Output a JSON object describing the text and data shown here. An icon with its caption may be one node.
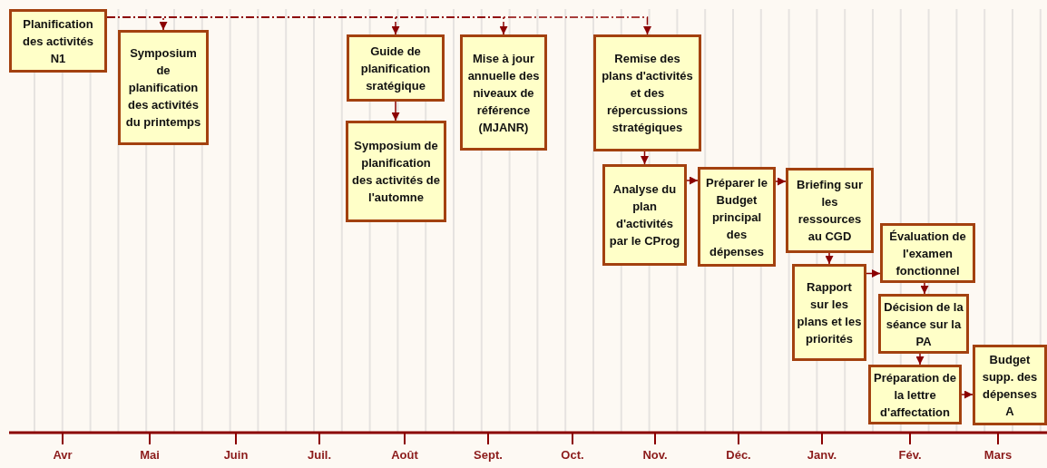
{
  "diagram": {
    "nodes": [
      {
        "text": [
          "Planification des activités N1"
        ]
      },
      {
        "text": [
          "Symposium de planification des activités du printemps"
        ]
      },
      {
        "text": [
          "Guide de planification sratégique"
        ]
      },
      {
        "text": [
          "Symposium de planification des activités de l'automne"
        ]
      },
      {
        "text": [
          "Mise à jour annuelle des niveaux de référence (MJANR)"
        ]
      },
      {
        "text": [
          "Remise des plans d'activités et des répercussions stratégiques"
        ]
      },
      {
        "text": [
          "Analyse du plan d'activités par le CProg"
        ]
      },
      {
        "text": [
          "Préparer le Budget principal des dépenses"
        ]
      },
      {
        "text": [
          "Briefing sur les ressources au CGD"
        ]
      },
      {
        "text": [
          "Rapport sur les plans et les priorités"
        ]
      },
      {
        "text": [
          "Évaluation de l'examen fonctionnel"
        ]
      },
      {
        "text": [
          "Décision de la séance sur la PA"
        ]
      },
      {
        "text": [
          "Préparation de  la lettre d'affectation"
        ]
      },
      {
        "text": [
          "Budget supp. des dépenses A"
        ]
      }
    ],
    "edges": [
      {
        "from": 0,
        "to": 1,
        "arrow": "to",
        "style": "dashed"
      },
      {
        "from": 0,
        "to": 2,
        "arrow": "to",
        "style": "dashed"
      },
      {
        "from": 0,
        "to": 4,
        "arrow": "to",
        "style": "dashed"
      },
      {
        "from": 0,
        "to": 5,
        "arrow": "to",
        "style": "dashed"
      },
      {
        "from": 2,
        "to": 3,
        "arrow": "to"
      },
      {
        "from": 5,
        "to": 6,
        "arrow": "to"
      },
      {
        "from": 6,
        "to": 7,
        "arrow": "to"
      },
      {
        "from": 7,
        "to": 8,
        "arrow": "to"
      },
      {
        "from": 8,
        "to": 9,
        "arrow": "to"
      },
      {
        "from": 9,
        "to": 10,
        "arrow": "to"
      },
      {
        "from": 10,
        "to": 11,
        "arrow": "to"
      },
      {
        "from": 11,
        "to": 12,
        "arrow": "to"
      },
      {
        "from": 12,
        "to": 13,
        "arrow": "to"
      }
    ],
    "labels": [
      "Avr",
      "Mai",
      "Juin",
      "Juil.",
      "Août",
      "Sept.",
      "Oct.",
      "Nov.",
      "Déc.",
      "Janv.",
      "Fév.",
      "Mars"
    ]
  }
}
